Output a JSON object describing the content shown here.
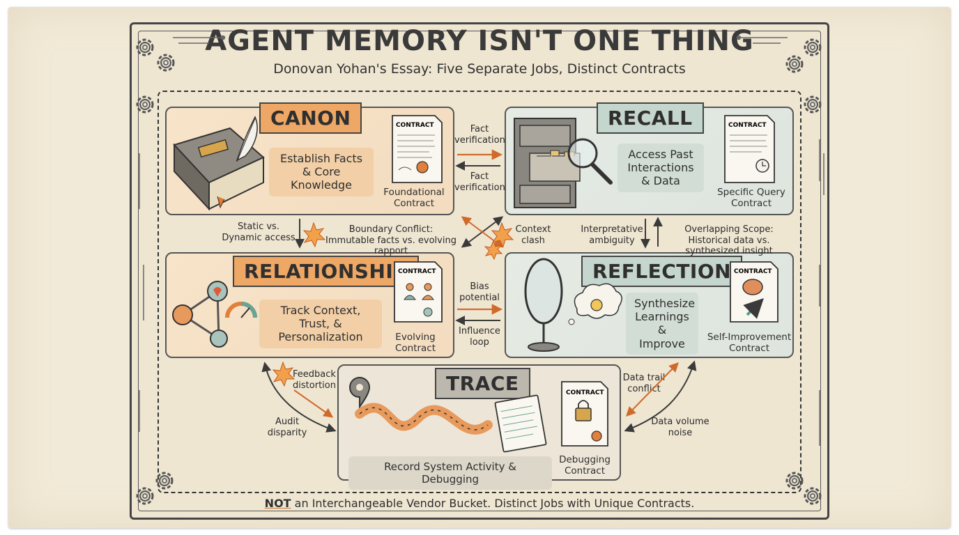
{
  "title": "AGENT MEMORY ISN'T ONE THING",
  "subtitle": "Donovan Yohan's Essay: Five Separate Jobs, Distinct Contracts",
  "contract_word": "CONTRACT",
  "panels": {
    "canon": {
      "title": "CANON",
      "desc": "Establish Facts & Core Knowledge",
      "contract": "Foundational Contract"
    },
    "recall": {
      "title": "RECALL",
      "desc": "Access Past Interactions & Data",
      "contract": "Specific Query Contract"
    },
    "relationship": {
      "title": "RELATIONSHIP",
      "desc": "Track Context, Trust, & Personalization",
      "contract": "Evolving Contract"
    },
    "reflection": {
      "title": "REFLECTION",
      "desc": "Synthesize Learnings & Improve",
      "contract": "Self-Improvement Contract"
    },
    "trace": {
      "title": "TRACE",
      "desc": "Record System Activity & Debugging",
      "contract": "Debugging Contract"
    }
  },
  "annotations": {
    "fact_verification_1": "Fact verification",
    "fact_verification_2": "Fact verification",
    "static_dynamic": "Static vs. Dynamic access",
    "boundary_conflict": "Boundary Conflict: Immutable facts vs. evolving rapport",
    "context_clash": "Context clash",
    "interpretative": "Interpretative ambiguity",
    "overlapping_scope": "Overlapping Scope: Historical data vs. synthesized insight",
    "bias_potential": "Bias potential",
    "influence_loop": "Influence loop",
    "feedback_distortion": "Feedback distortion",
    "audit_disparity": "Audit disparity",
    "data_trail": "Data trail conflict",
    "data_volume": "Data volume noise"
  },
  "footer": {
    "not": "NOT",
    "rest": " an Interchangeable Vendor Bucket. Distinct Jobs with Unique Contracts."
  },
  "colors": {
    "orange": "#eea765",
    "teal": "#c4d6cd",
    "arrow": "#d06a2a",
    "ink": "#3a3a3a"
  }
}
